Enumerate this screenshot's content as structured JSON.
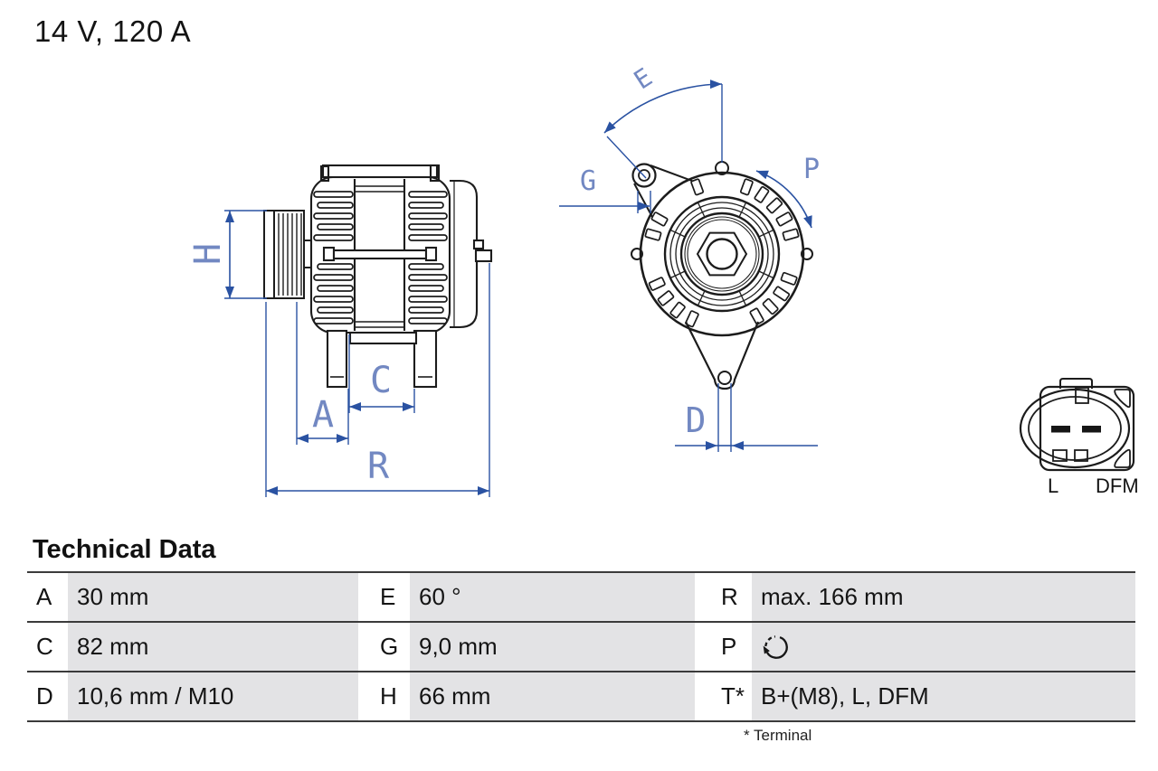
{
  "title": "14 V, 120 A",
  "drawing": {
    "labels": {
      "H": "H",
      "A": "A",
      "C": "C",
      "R": "R",
      "E": "E",
      "G": "G",
      "P": "P",
      "D": "D"
    },
    "connector_labels": {
      "left": "L",
      "right": "DFM"
    },
    "colors": {
      "dimension_line": "#2a52a2",
      "dimension_label": "#7288c2",
      "outline": "#1c1c1c"
    }
  },
  "technical_data": {
    "heading": "Technical Data",
    "rows": [
      {
        "cells": [
          {
            "key": "A",
            "value": "30 mm"
          },
          {
            "key": "E",
            "value": "60 °"
          },
          {
            "key": "R",
            "value": "max. 166 mm"
          }
        ]
      },
      {
        "cells": [
          {
            "key": "C",
            "value": "82 mm"
          },
          {
            "key": "G",
            "value": "9,0 mm"
          },
          {
            "key": "P",
            "value": "",
            "icon": "rotation-clockwise-icon"
          }
        ]
      },
      {
        "cells": [
          {
            "key": "D",
            "value": "10,6 mm / M10"
          },
          {
            "key": "H",
            "value": "66 mm"
          },
          {
            "key": "T*",
            "value": "B+(M8), L, DFM"
          }
        ]
      }
    ],
    "footnote": "* Terminal"
  }
}
